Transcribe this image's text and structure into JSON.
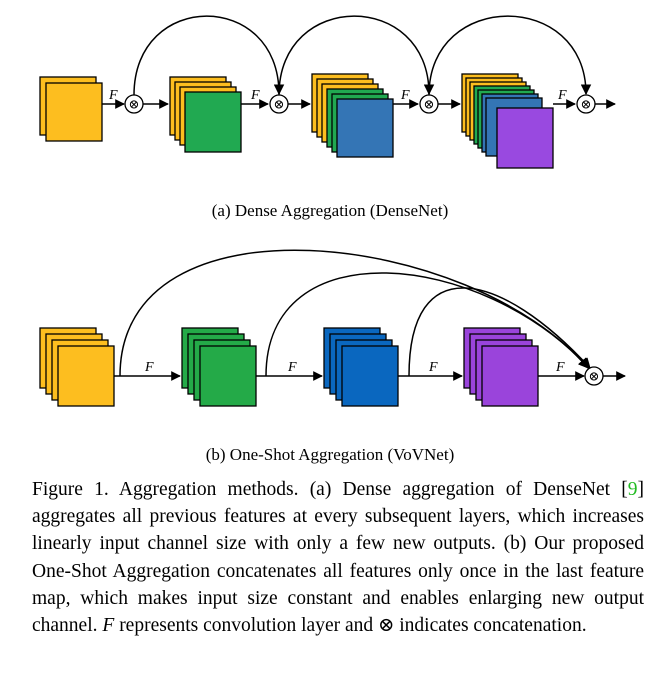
{
  "colors": {
    "yellow": "#FDBE1F",
    "green_a": "#21A951",
    "blue_a": "#3475B5",
    "purple_a": "#9949E0",
    "green_b": "#24AA48",
    "blue_b": "#0A67BF",
    "purple_b": "#9A44DB",
    "ref": "#22BB22"
  },
  "diagram_a": {
    "f_label": "F",
    "concat_symbol": "⊗",
    "caption": "(a) Dense Aggregation (DenseNet)"
  },
  "diagram_b": {
    "f_label": "F",
    "concat_symbol": "⊗",
    "caption": "(b) One-Shot Aggregation (VoVNet)"
  },
  "caption": {
    "part1": "Figure 1. Aggregation methods.  (a) Dense aggregation of DenseNet [",
    "ref": "9",
    "part2": "] aggregates all previous features at every subsequent layers, which increases linearly input channel size with only a few new outputs. (b) Our proposed One-Shot Aggregation concate­nates all features only once in the last feature map, which makes input size constant and enables enlarging new output channel. ",
    "f": "F",
    "part3": " represents convolution layer and ⊗ indicates concatenation."
  }
}
